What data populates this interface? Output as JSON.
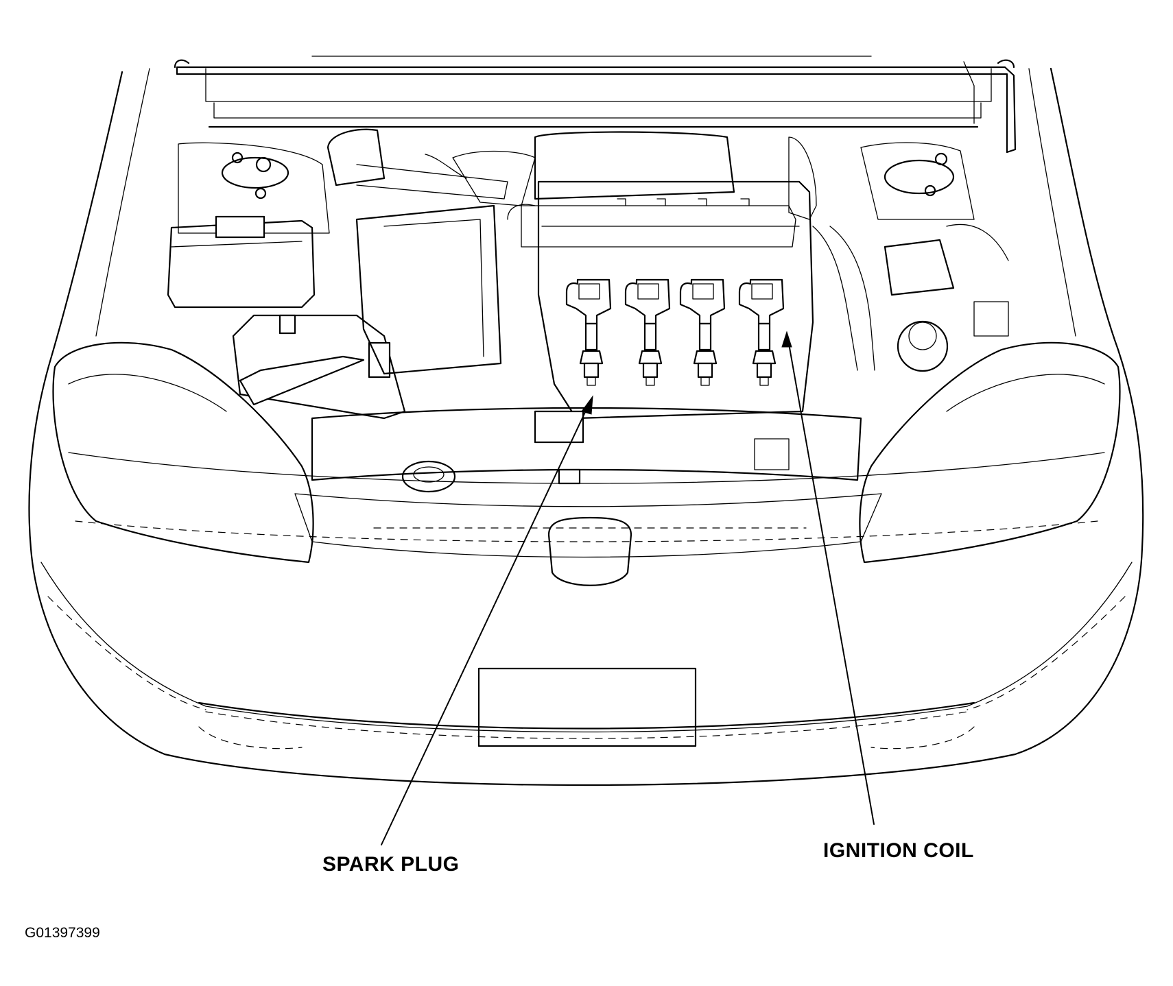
{
  "callouts": {
    "spark_plug": "SPARK PLUG",
    "ignition_coil": "IGNITION COIL"
  },
  "figure_code": "G01397399",
  "ignition_coil_count": 4
}
